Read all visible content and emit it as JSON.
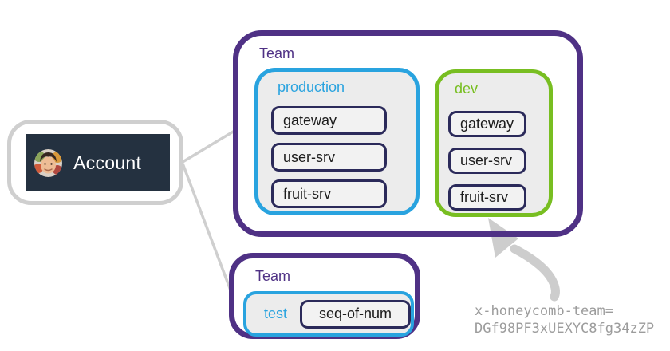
{
  "account": {
    "label": "Account"
  },
  "teams": [
    {
      "label": "Team",
      "environments": [
        {
          "name": "production",
          "accent": "#29a3df",
          "services": [
            "gateway",
            "user-srv",
            "fruit-srv"
          ]
        },
        {
          "name": "dev",
          "accent": "#78be21",
          "services": [
            "gateway",
            "user-srv",
            "fruit-srv"
          ]
        }
      ]
    },
    {
      "label": "Team",
      "environments": [
        {
          "name": "test",
          "accent": "#29a3df",
          "services": [
            "seq-of-num"
          ]
        }
      ]
    }
  ],
  "annotation": {
    "line1": "x-honeycomb-team=",
    "line2": "DGf98PF3xUEXYC8fg34zZP"
  },
  "colors": {
    "purple": "#4f3185",
    "blue": "#29a3df",
    "green": "#78be21",
    "dark": "#2b2a5a",
    "accountBg": "#243140",
    "lineGray": "#cfcfcf",
    "annotationGray": "#9c9c9c",
    "envBg": "#ececec",
    "serviceBg": "#f2f2f2"
  }
}
